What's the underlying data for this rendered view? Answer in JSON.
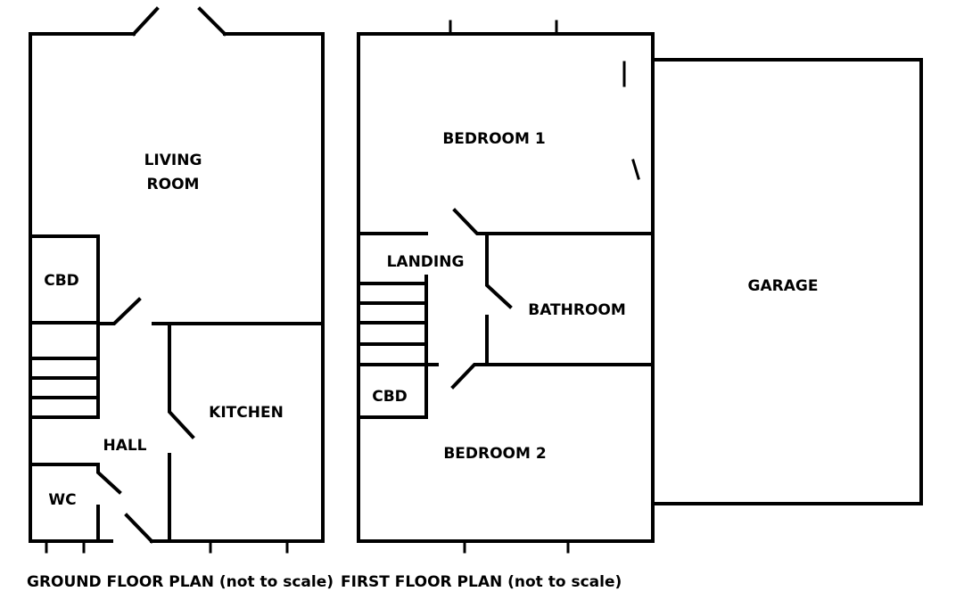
{
  "ground_floor": {
    "rooms": {
      "living_line1": "LIVING",
      "living_line2": "ROOM",
      "cbd": "CBD",
      "kitchen": "KITCHEN",
      "hall": "HALL",
      "wc": "WC"
    },
    "caption": "GROUND FLOOR PLAN (not to scale)"
  },
  "first_floor": {
    "rooms": {
      "bedroom1": "BEDROOM 1",
      "landing": "LANDING",
      "bathroom": "BATHROOM",
      "cbd": "CBD",
      "bedroom2": "BEDROOM 2",
      "garage": "GARAGE"
    },
    "caption": "FIRST FLOOR PLAN (not to scale)"
  }
}
